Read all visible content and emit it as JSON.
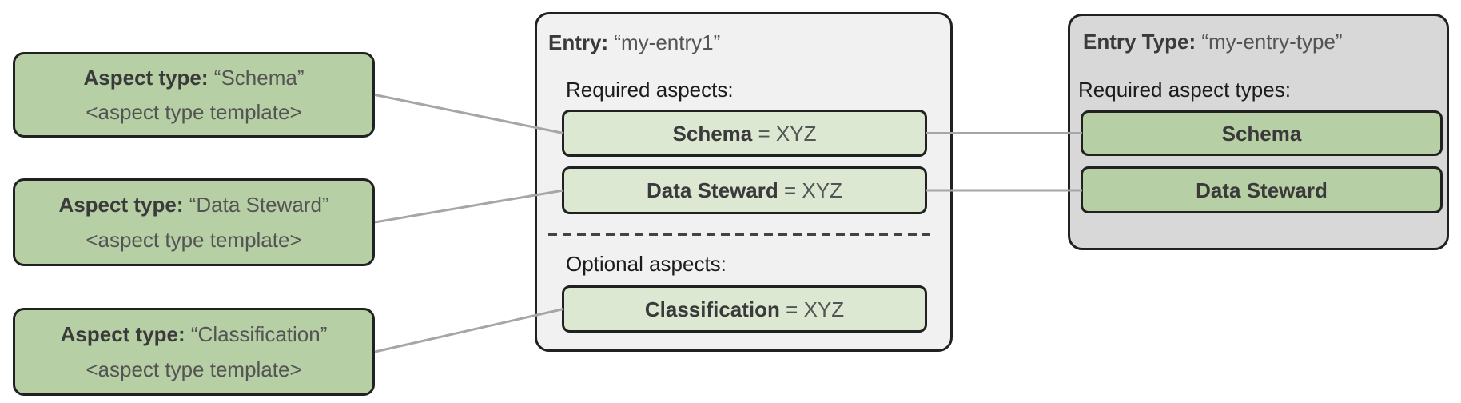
{
  "aspect_type_cards": [
    {
      "label": "Aspect type:",
      "name": "“Schema”",
      "template": "<aspect type template>"
    },
    {
      "label": "Aspect type:",
      "name": "“Data Steward”",
      "template": "<aspect type template>"
    },
    {
      "label": "Aspect type:",
      "name": "“Classification”",
      "template": "<aspect type template>"
    }
  ],
  "entry": {
    "label": "Entry:",
    "name": "“my-entry1”",
    "required_heading": "Required aspects:",
    "required_aspects": [
      {
        "name": "Schema",
        "value": "= XYZ"
      },
      {
        "name": "Data Steward",
        "value": "= XYZ"
      }
    ],
    "optional_heading": "Optional aspects:",
    "optional_aspects": [
      {
        "name": "Classification",
        "value": "= XYZ"
      }
    ]
  },
  "entry_type": {
    "label": "Entry Type:",
    "name": "“my-entry-type”",
    "required_heading": "Required aspect types:",
    "required_aspect_types": [
      "Schema",
      "Data Steward"
    ]
  },
  "colors": {
    "aspect_card_green": "#b6cfa4",
    "aspect_chip_light_green": "#dce8d2",
    "entry_card_bg": "#f1f1f1",
    "entry_type_card_bg": "#d8d8d8",
    "border": "#212121",
    "connector_line": "#a6a6a6",
    "dashed_divider": "#434343"
  }
}
